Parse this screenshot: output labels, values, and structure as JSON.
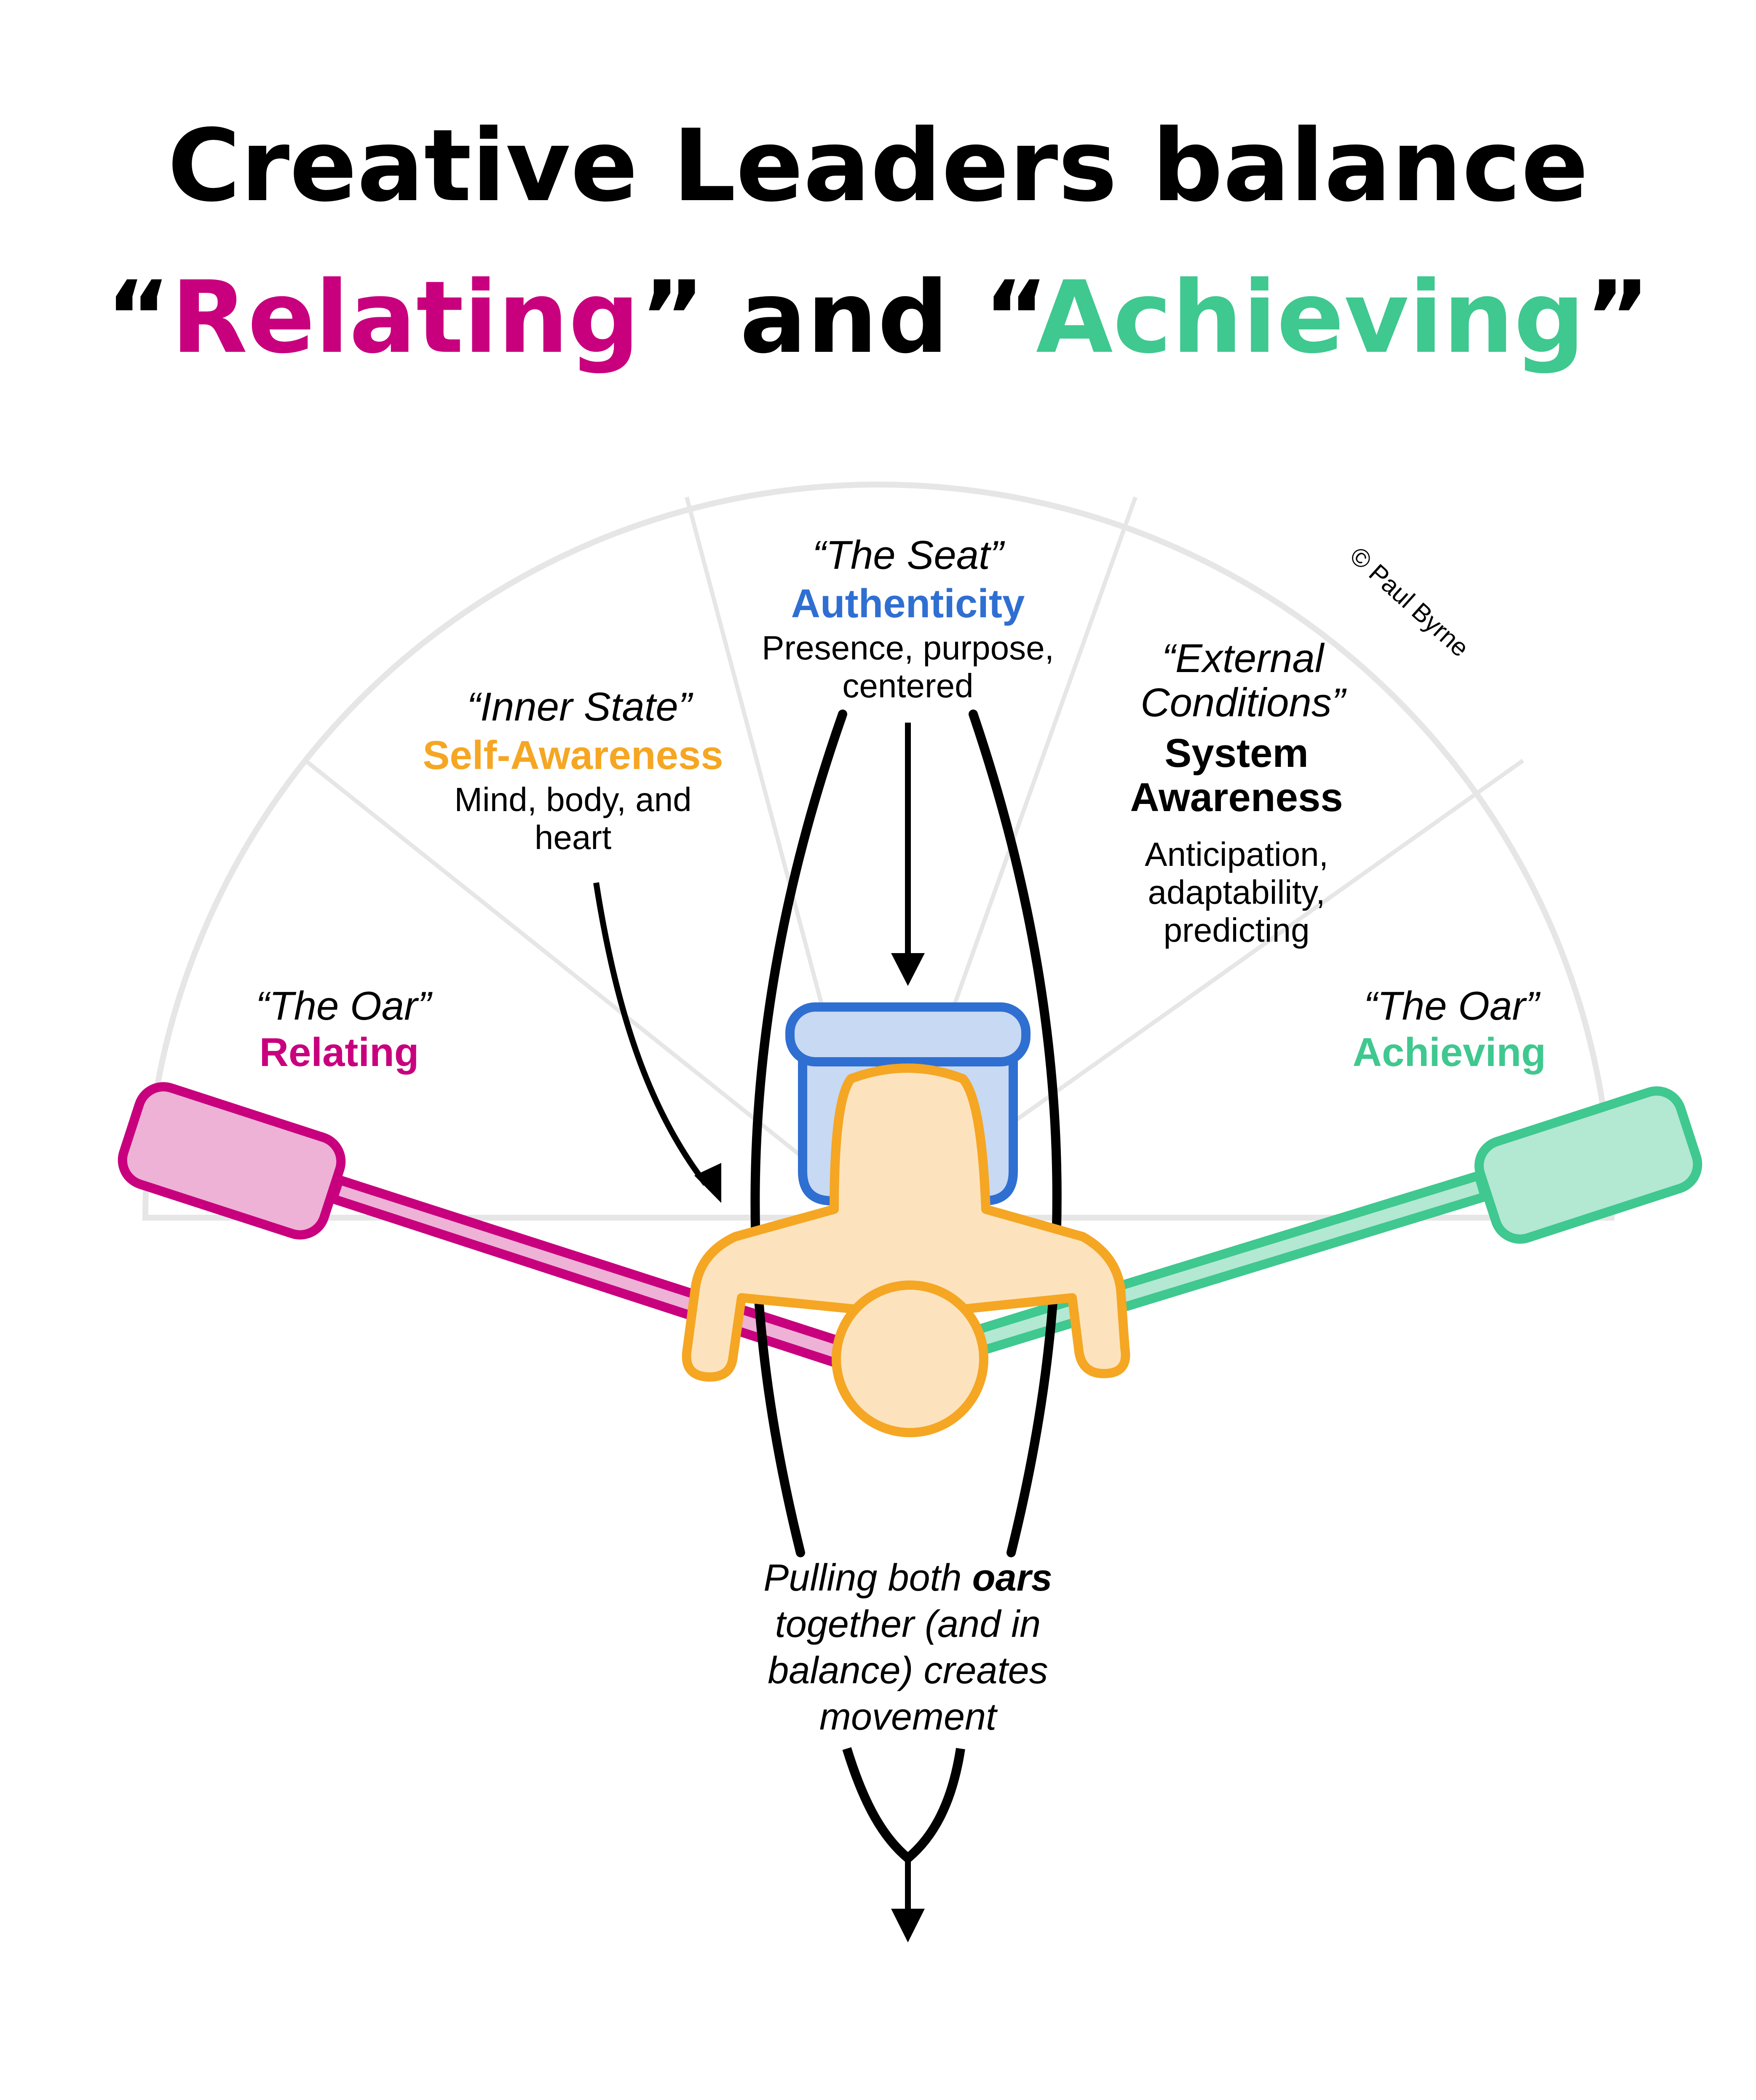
{
  "title": {
    "line1": "Creative Leaders balance",
    "open_quote_1": "“",
    "relating": "Relating",
    "close_and": "” and “",
    "achieving": "Achieving",
    "close_quote_2": "”"
  },
  "colors": {
    "relating": "#c8007e",
    "achieving": "#3fc88f",
    "self_awareness": "#f5a623",
    "authenticity": "#2f6fd2",
    "arc_gray": "#e6e6e6",
    "body_fill": "#fde3bd",
    "seat_fill": "#c7d9f3",
    "left_blade_fill": "#eeb2d6",
    "right_blade_fill": "#b3e8d3"
  },
  "labels": {
    "seat_quote": "“The Seat”",
    "seat_title": "Authenticity",
    "seat_desc_1": "Presence, purpose,",
    "seat_desc_2": "centered",
    "inner_quote": "“Inner State”",
    "inner_title": "Self-Awareness",
    "inner_desc_1": "Mind, body, and",
    "inner_desc_2": "heart",
    "external_quote_1": "“External",
    "external_quote_2": "Conditions”",
    "system_title_1": "System",
    "system_title_2": "Awareness",
    "system_desc_1": "Anticipation,",
    "system_desc_2": "adaptability,",
    "system_desc_3": "predicting",
    "oar_left_quote": "“The Oar”",
    "oar_left_title": "Relating",
    "oar_right_quote": "“The Oar”",
    "oar_right_title": "Achieving",
    "bottom_1a": "Pulling both ",
    "bottom_1b": "oars",
    "bottom_2": "together (and in",
    "bottom_3": "balance) creates",
    "bottom_4": "movement",
    "copyright": "© Paul Byrne"
  },
  "icons": {
    "seat": "seat-icon",
    "rower": "rower-figure-icon",
    "left_oar": "oar-icon",
    "right_oar": "oar-icon",
    "arrows": "arrow-down-icon"
  }
}
